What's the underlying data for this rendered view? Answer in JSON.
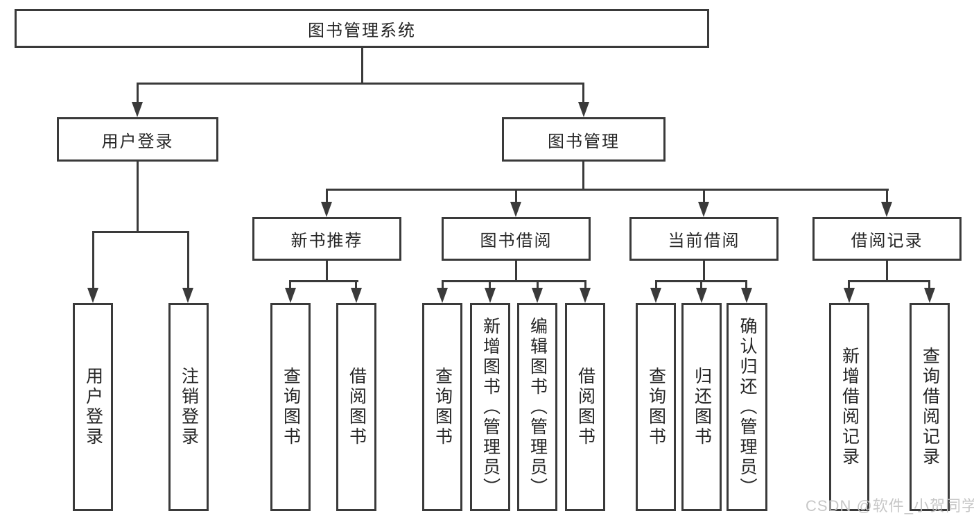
{
  "diagram": {
    "watermark": "CSDN @软件_小贺同学",
    "colors": {
      "line": "#3a3a3a",
      "text": "#262626",
      "background": "#ffffff",
      "watermark": "#c4c4c4"
    },
    "root": {
      "label": "图书管理系统"
    },
    "branches": [
      {
        "label": "用户登录",
        "leaves": [
          {
            "label": "用户登录"
          },
          {
            "label": "注销登录"
          }
        ]
      },
      {
        "label": "图书管理",
        "groups": [
          {
            "label": "新书推荐",
            "leaves": [
              {
                "label": "查询图书"
              },
              {
                "label": "借阅图书"
              }
            ]
          },
          {
            "label": "图书借阅",
            "leaves": [
              {
                "label": "查询图书"
              },
              {
                "label": "新增图书（管理员）"
              },
              {
                "label": "编辑图书（管理员）"
              },
              {
                "label": "借阅图书"
              }
            ]
          },
          {
            "label": "当前借阅",
            "leaves": [
              {
                "label": "查询图书"
              },
              {
                "label": "归还图书"
              },
              {
                "label": "确认归还（管理员）"
              }
            ]
          },
          {
            "label": "借阅记录",
            "leaves": [
              {
                "label": "新增借阅记录"
              },
              {
                "label": "查询借阅记录"
              }
            ]
          }
        ]
      }
    ]
  }
}
